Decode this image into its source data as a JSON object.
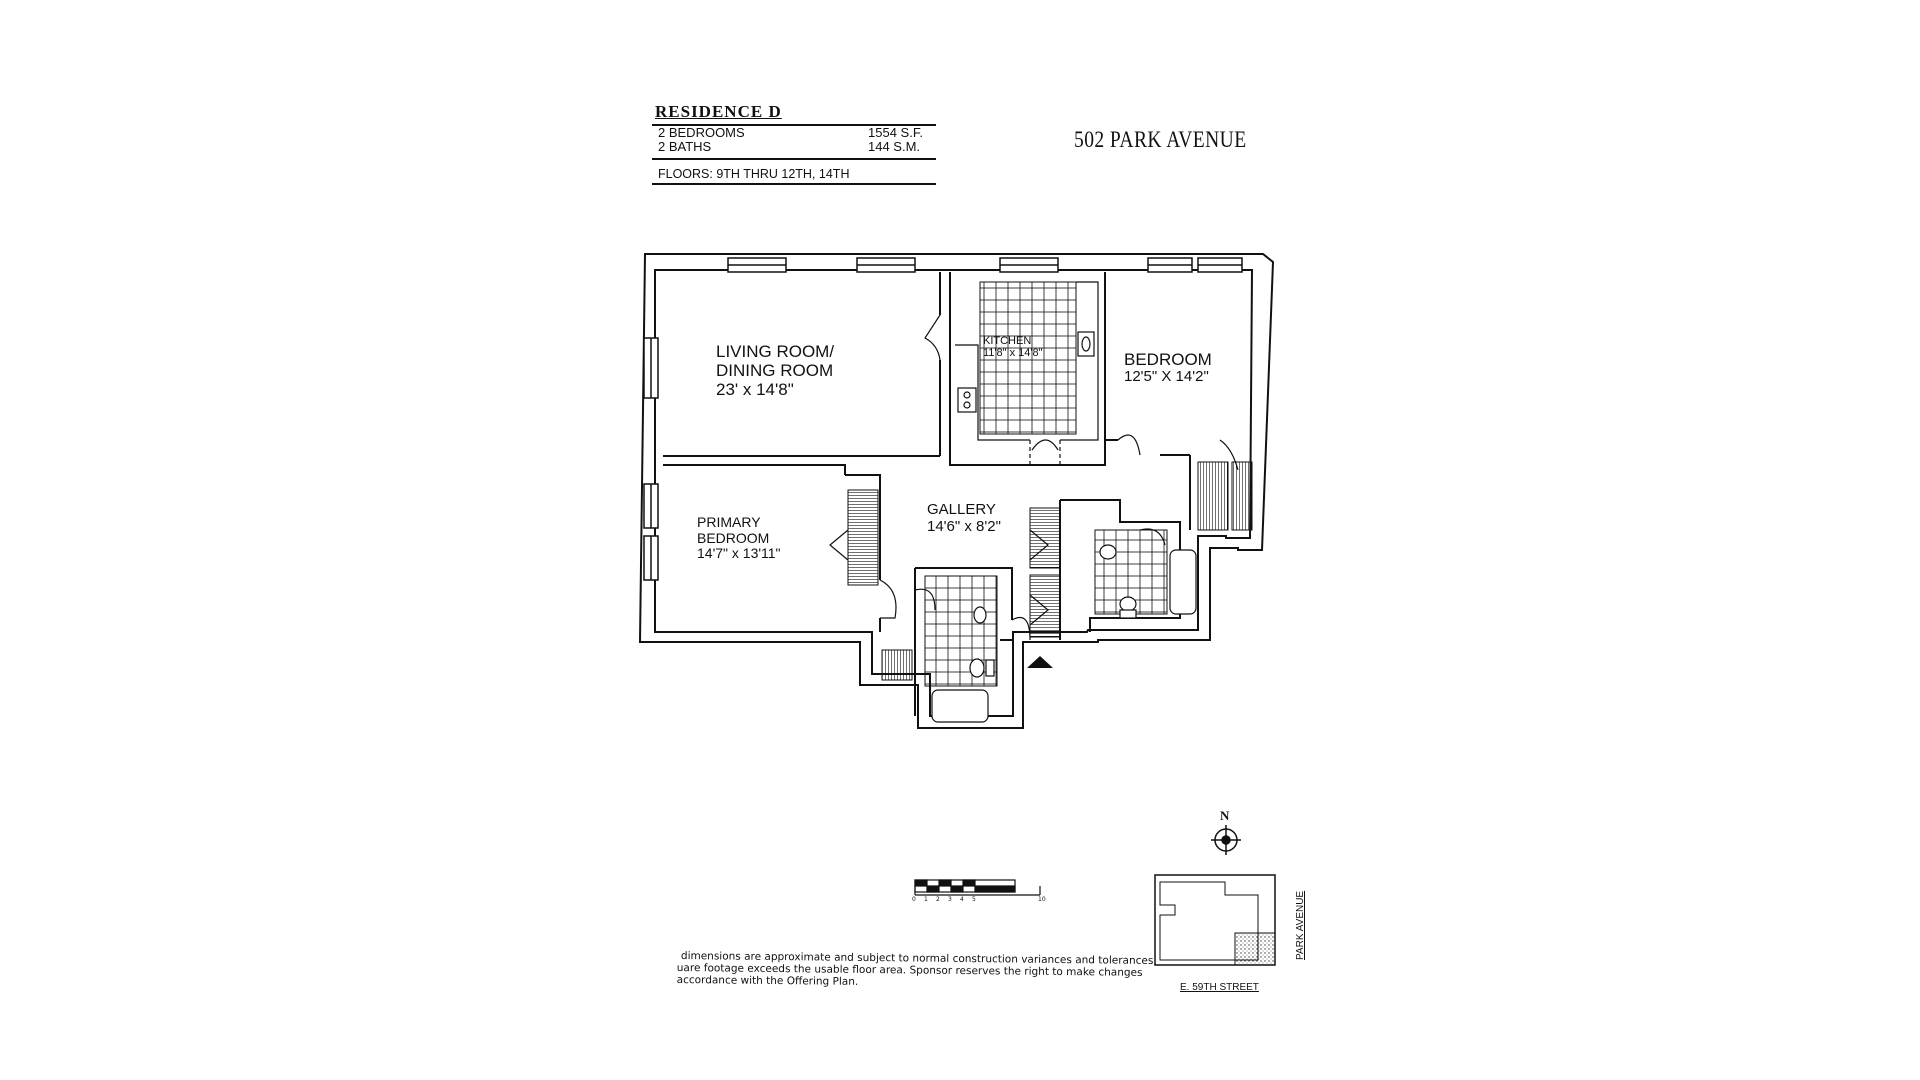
{
  "header": {
    "residence": "RESIDENCE D",
    "bedrooms": "2 BEDROOMS",
    "baths": "2 BATHS",
    "area_sf": "1554 S.F.",
    "area_sm": "144 S.M.",
    "floors": "FLOORS: 9TH THRU 12TH, 14TH",
    "address": "502 PARK AVENUE"
  },
  "rooms": {
    "living": {
      "name1": "LIVING ROOM/",
      "name2": "DINING ROOM",
      "dims": "23' x 14'8\""
    },
    "kitchen": {
      "name": "KITCHEN",
      "dims": "11'8\" x 14'8\""
    },
    "bedroom": {
      "name": "BEDROOM",
      "dims": "12'5\" X 14'2\""
    },
    "gallery": {
      "name": "GALLERY",
      "dims": "14'6\" x 8'2\""
    },
    "primary": {
      "name1": "PRIMARY",
      "name2": "BEDROOM",
      "dims": "14'7\" x 13'11\""
    }
  },
  "compass": {
    "label": "N"
  },
  "scale": {
    "ticks": [
      "0",
      "1",
      "2",
      "3",
      "4",
      "5",
      "10"
    ]
  },
  "site": {
    "east_label": "PARK AVENUE",
    "south_label": "E. 59TH STREET"
  },
  "disclaimer": {
    "line1": "dimensions are approximate and subject to normal construction variances and tolerances.",
    "line2": "uare footage exceeds the usable floor area. Sponsor reserves the right to make changes",
    "line3": "accordance with the Offering Plan."
  },
  "colors": {
    "ink": "#111111",
    "paper": "#ffffff"
  }
}
